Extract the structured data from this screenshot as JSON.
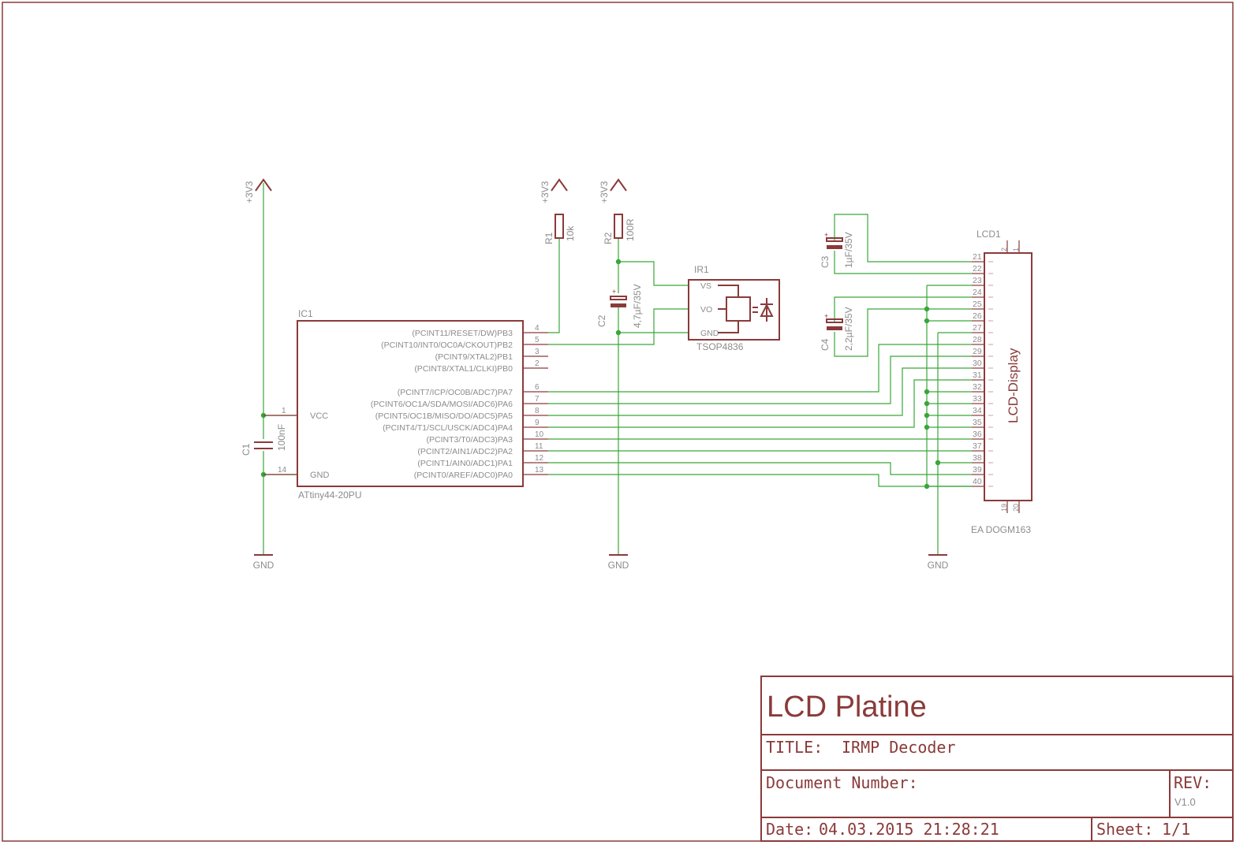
{
  "title_block": {
    "title": "LCD Platine",
    "title_label": "TITLE:",
    "subtitle": "IRMP Decoder",
    "doc_number_label": "Document Number:",
    "rev_label": "REV:",
    "rev_value": "V1.0",
    "date_label": "Date:",
    "date_value": "04.03.2015 21:28:21",
    "sheet_label": "Sheet:",
    "sheet_value": "1/1"
  },
  "ic1": {
    "name": "IC1",
    "value": "ATtiny44-20PU",
    "left_pins": [
      {
        "num": "1",
        "label": "VCC"
      },
      {
        "num": "14",
        "label": "GND"
      }
    ],
    "right_pins": [
      {
        "num": "4",
        "label": "(PCINT11/RESET/DW)PB3"
      },
      {
        "num": "5",
        "label": "(PCINT10/INT0/OC0A/CKOUT)PB2"
      },
      {
        "num": "3",
        "label": "(PCINT9/XTAL2)PB1"
      },
      {
        "num": "2",
        "label": "(PCINT8/XTAL1/CLKI)PB0"
      },
      {
        "num": "6",
        "label": "(PCINT7/ICP/OC0B/ADC7)PA7"
      },
      {
        "num": "7",
        "label": "(PCINT6/OC1A/SDA/MOSI/ADC6)PA6"
      },
      {
        "num": "8",
        "label": "(PCINT5/OC1B/MISO/DO/ADC5)PA5"
      },
      {
        "num": "9",
        "label": "(PCINT4/T1/SCL/USCK/ADC4)PA4"
      },
      {
        "num": "10",
        "label": "(PCINT3/T0/ADC3)PA3"
      },
      {
        "num": "11",
        "label": "(PCINT2/AIN1/ADC2)PA2"
      },
      {
        "num": "12",
        "label": "(PCINT1/AIN0/ADC1)PA1"
      },
      {
        "num": "13",
        "label": "(PCINT0/AREF/ADC0)PA0"
      }
    ]
  },
  "c1": {
    "name": "C1",
    "value": "100nF"
  },
  "r1": {
    "name": "R1",
    "value": "10k"
  },
  "r2": {
    "name": "R2",
    "value": "100R"
  },
  "c2": {
    "name": "C2",
    "value": "4,7µF/35V"
  },
  "c3": {
    "name": "C3",
    "value": "1µF/35V"
  },
  "c4": {
    "name": "C4",
    "value": "2,2µF/35V"
  },
  "ir1": {
    "name": "IR1",
    "value": "TSOP4836",
    "pins": [
      "VS",
      "VO",
      "GND"
    ]
  },
  "lcd1": {
    "name": "LCD1",
    "value": "EA DOGM163",
    "body_label": "LCD-Display",
    "pins": [
      "21",
      "22",
      "23",
      "24",
      "25",
      "26",
      "27",
      "28",
      "29",
      "30",
      "31",
      "32",
      "33",
      "34",
      "35",
      "36",
      "37",
      "38",
      "39",
      "40"
    ],
    "top_pins": [
      "2",
      "1"
    ],
    "bottom_pins": [
      "19",
      "20"
    ]
  },
  "supplies": {
    "vcc": "+3V3",
    "gnd": "GND"
  },
  "colors": {
    "part": "#8b3a3a",
    "wire": "#3aa63a",
    "label": "#8c8c8c",
    "frame": "#8b3a3a"
  }
}
